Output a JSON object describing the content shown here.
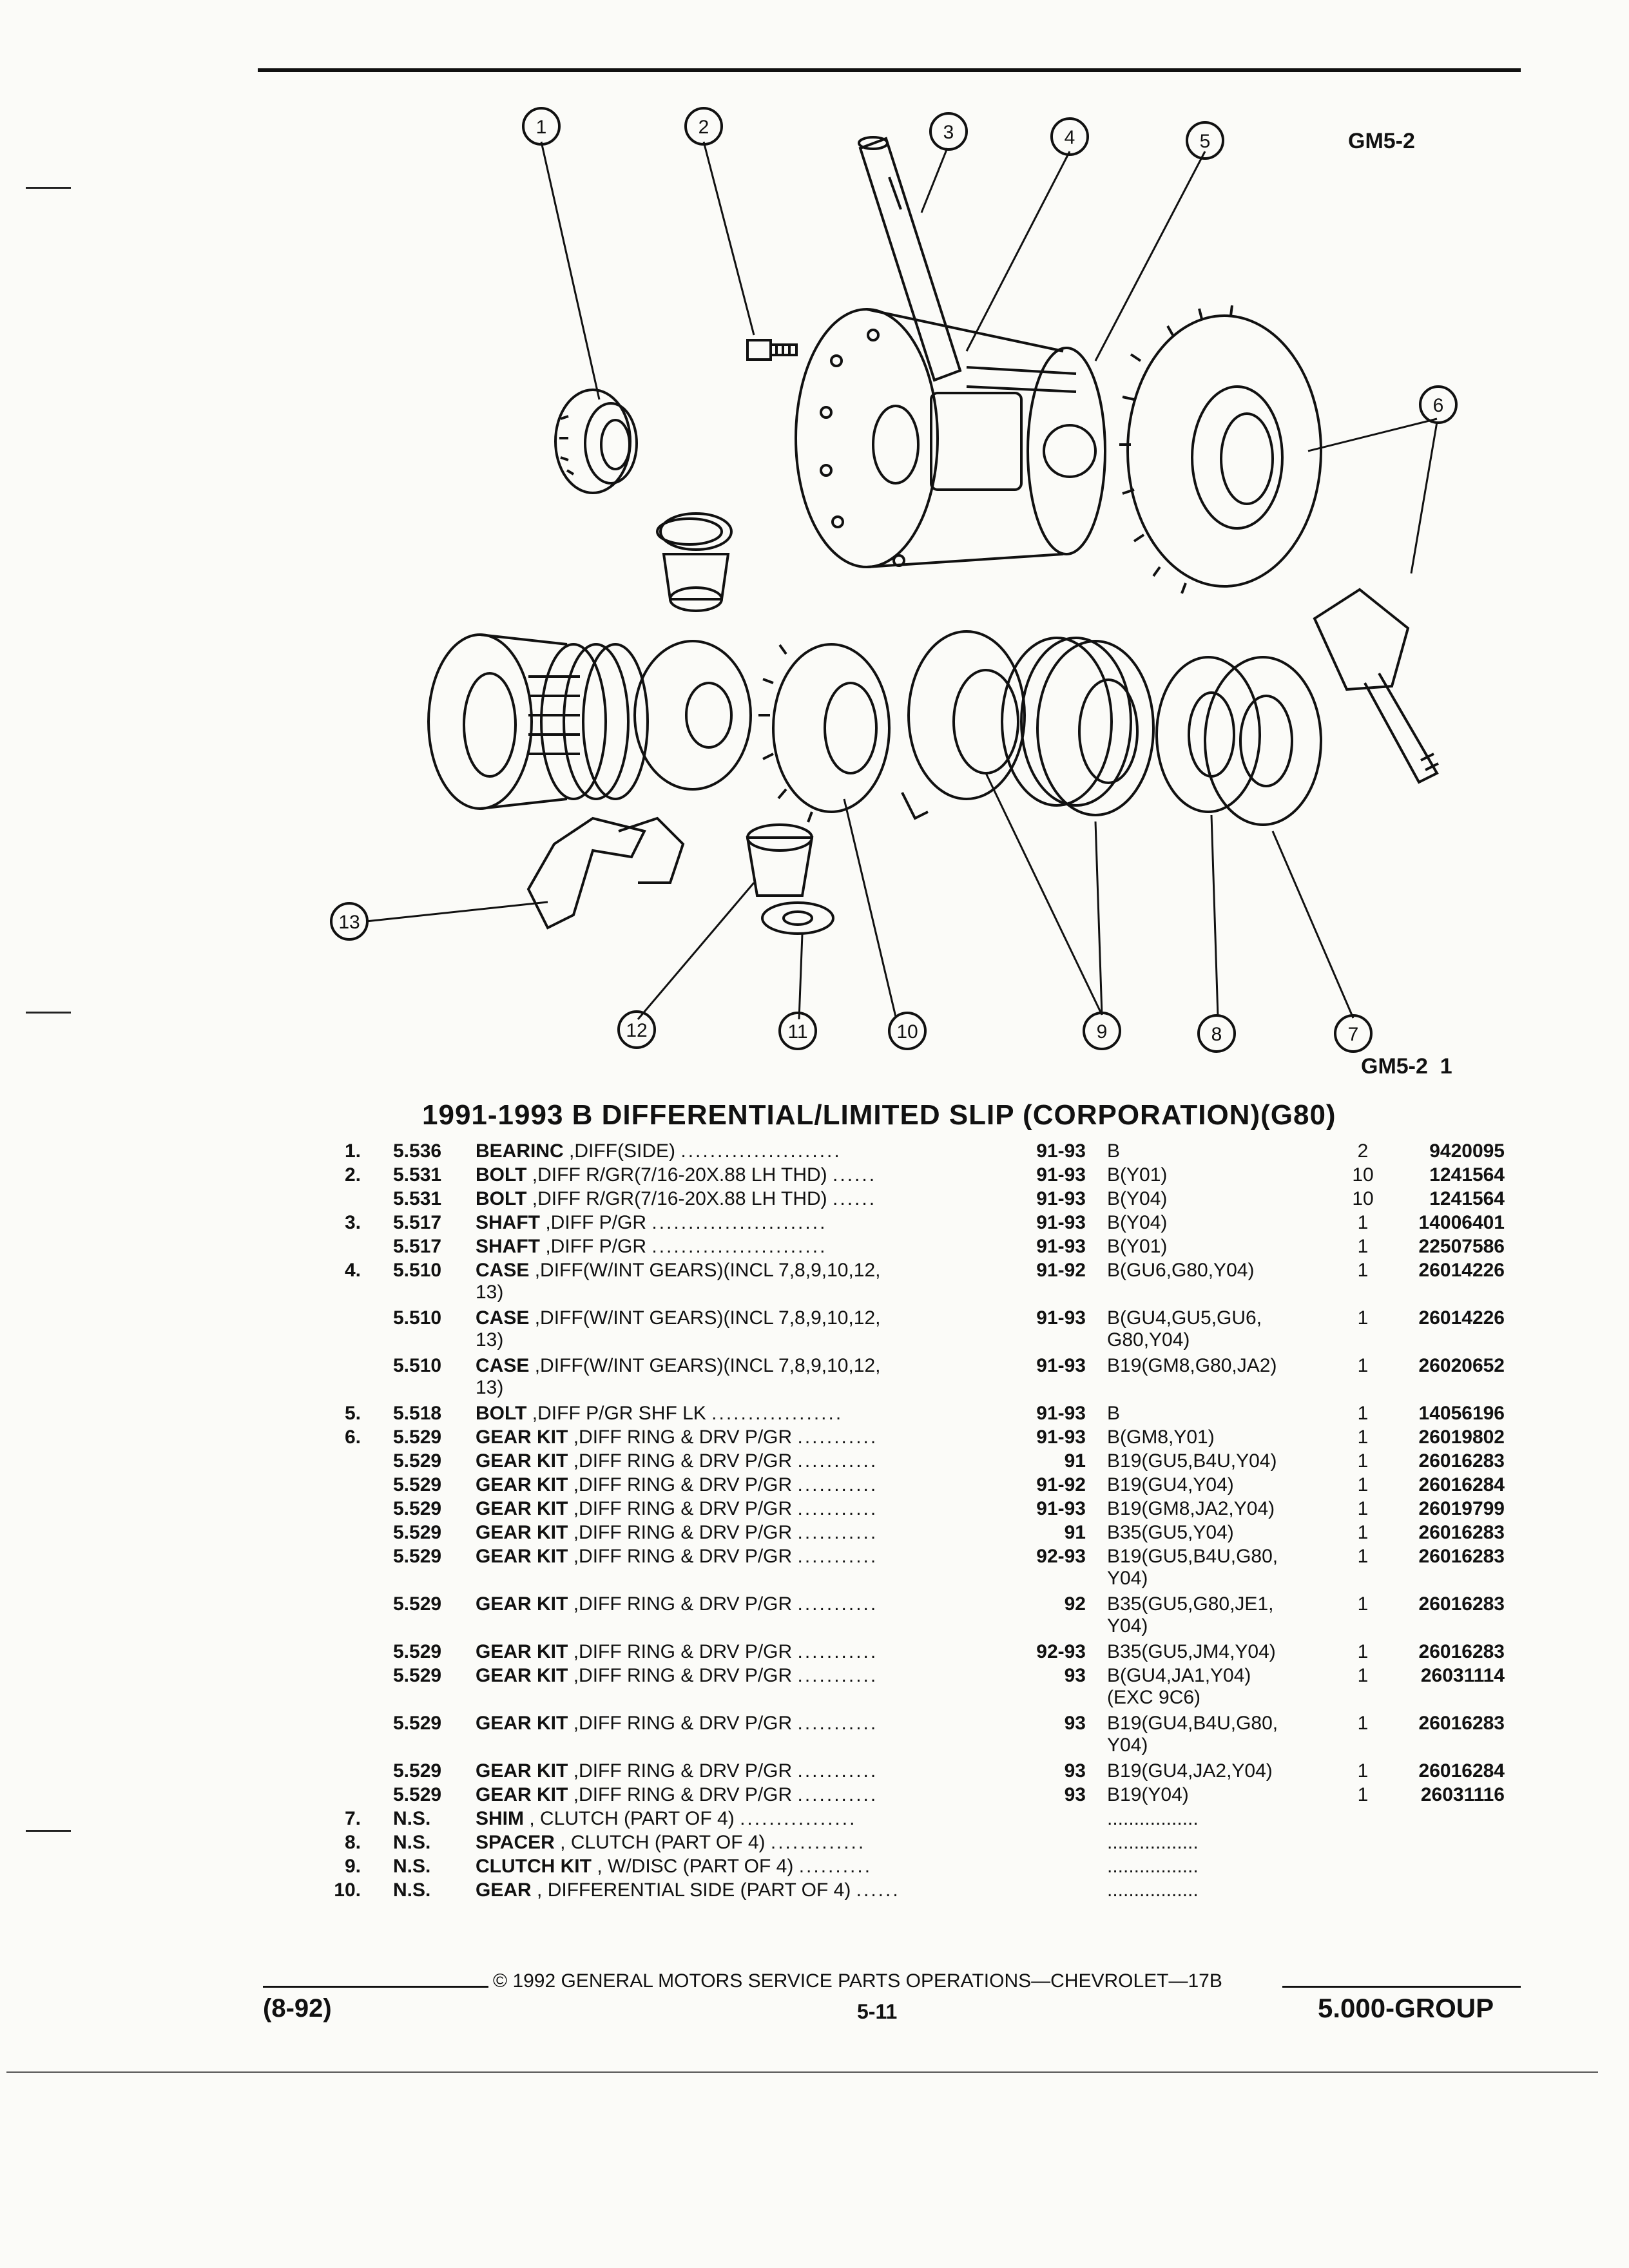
{
  "figure": {
    "code_top": "GM5-2",
    "code_bottom": "GM5-2  1",
    "callouts": [
      "1",
      "2",
      "3",
      "4",
      "5",
      "6",
      "7",
      "8",
      "9",
      "10",
      "11",
      "12",
      "13"
    ]
  },
  "title": "1991-1993 B DIFFERENTIAL/LIMITED SLIP (CORPORATION)(G80)",
  "parts": [
    {
      "item": "1.",
      "code": "5.536",
      "name": "BEARINC",
      "desc": ",DIFF(SIDE)",
      "dots": "......................",
      "years": "91-93",
      "model": "B",
      "model2": "",
      "qty": "2",
      "part": "9420095"
    },
    {
      "item": "2.",
      "code": "5.531",
      "name": "BOLT",
      "desc": ",DIFF R/GR(7/16-20X.88 LH THD)",
      "dots": "......",
      "years": "91-93",
      "model": "B(Y01)",
      "model2": "",
      "qty": "10",
      "part": "1241564"
    },
    {
      "item": "",
      "code": "5.531",
      "name": "BOLT",
      "desc": ",DIFF R/GR(7/16-20X.88 LH THD)",
      "dots": "......",
      "years": "91-93",
      "model": "B(Y04)",
      "model2": "",
      "qty": "10",
      "part": "1241564"
    },
    {
      "item": "3.",
      "code": "5.517",
      "name": "SHAFT",
      "desc": ",DIFF P/GR",
      "dots": "........................",
      "years": "91-93",
      "model": "B(Y04)",
      "model2": "",
      "qty": "1",
      "part": "14006401"
    },
    {
      "item": "",
      "code": "5.517",
      "name": "SHAFT",
      "desc": ",DIFF P/GR",
      "dots": "........................",
      "years": "91-93",
      "model": "B(Y01)",
      "model2": "",
      "qty": "1",
      "part": "22507586"
    },
    {
      "item": "4.",
      "code": "5.510",
      "name": "CASE",
      "desc": ",DIFF(W/INT GEARS)(INCL 7,8,9,10,12,",
      "desc2": "13)",
      "dots": "",
      "years": "91-92",
      "model": "B(GU6,G80,Y04)",
      "model2": "",
      "qty": "1",
      "part": "26014226"
    },
    {
      "item": "",
      "code": "5.510",
      "name": "CASE",
      "desc": ",DIFF(W/INT GEARS)(INCL 7,8,9,10,12,",
      "desc2": "13)",
      "dots": "",
      "years": "91-93",
      "model": "B(GU4,GU5,GU6,",
      "model2": "G80,Y04)",
      "qty": "1",
      "part": "26014226"
    },
    {
      "item": "",
      "code": "5.510",
      "name": "CASE",
      "desc": ",DIFF(W/INT GEARS)(INCL 7,8,9,10,12,",
      "desc2": "13)",
      "dots": "",
      "years": "91-93",
      "model": "B19(GM8,G80,JA2)",
      "model2": "",
      "qty": "1",
      "part": "26020652"
    },
    {
      "item": "5.",
      "code": "5.518",
      "name": "BOLT",
      "desc": ",DIFF P/GR SHF LK",
      "dots": "..................",
      "years": "91-93",
      "model": "B",
      "model2": "",
      "qty": "1",
      "part": "14056196"
    },
    {
      "item": "6.",
      "code": "5.529",
      "name": "GEAR KIT",
      "desc": ",DIFF RING & DRV P/GR",
      "dots": "...........",
      "years": "91-93",
      "model": "B(GM8,Y01)",
      "model2": "",
      "qty": "1",
      "part": "26019802"
    },
    {
      "item": "",
      "code": "5.529",
      "name": "GEAR KIT",
      "desc": ",DIFF RING & DRV P/GR",
      "dots": "...........",
      "years": "91",
      "model": "B19(GU5,B4U,Y04)",
      "model2": "",
      "qty": "1",
      "part": "26016283"
    },
    {
      "item": "",
      "code": "5.529",
      "name": "GEAR KIT",
      "desc": ",DIFF RING & DRV P/GR",
      "dots": "...........",
      "years": "91-92",
      "model": "B19(GU4,Y04)",
      "model2": "",
      "qty": "1",
      "part": "26016284"
    },
    {
      "item": "",
      "code": "5.529",
      "name": "GEAR KIT",
      "desc": ",DIFF RING & DRV P/GR",
      "dots": "...........",
      "years": "91-93",
      "model": "B19(GM8,JA2,Y04)",
      "model2": "",
      "qty": "1",
      "part": "26019799"
    },
    {
      "item": "",
      "code": "5.529",
      "name": "GEAR KIT",
      "desc": ",DIFF RING & DRV P/GR",
      "dots": "...........",
      "years": "91",
      "model": "B35(GU5,Y04)",
      "model2": "",
      "qty": "1",
      "part": "26016283"
    },
    {
      "item": "",
      "code": "5.529",
      "name": "GEAR KIT",
      "desc": ",DIFF RING & DRV P/GR",
      "dots": "...........",
      "years": "92-93",
      "model": "B19(GU5,B4U,G80,",
      "model2": "Y04)",
      "qty": "1",
      "part": "26016283"
    },
    {
      "item": "",
      "code": "5.529",
      "name": "GEAR KIT",
      "desc": ",DIFF RING & DRV P/GR",
      "dots": "...........",
      "years": "92",
      "model": "B35(GU5,G80,JE1,",
      "model2": "Y04)",
      "qty": "1",
      "part": "26016283"
    },
    {
      "item": "",
      "code": "5.529",
      "name": "GEAR KIT",
      "desc": ",DIFF RING & DRV P/GR",
      "dots": "...........",
      "years": "92-93",
      "model": "B35(GU5,JM4,Y04)",
      "model2": "",
      "qty": "1",
      "part": "26016283"
    },
    {
      "item": "",
      "code": "5.529",
      "name": "GEAR KIT",
      "desc": ",DIFF RING & DRV P/GR",
      "dots": "...........",
      "years": "93",
      "model": "B(GU4,JA1,Y04)",
      "model2": "(EXC 9C6)",
      "qty": "1",
      "part": "26031114"
    },
    {
      "item": "",
      "code": "5.529",
      "name": "GEAR KIT",
      "desc": ",DIFF RING & DRV P/GR",
      "dots": "...........",
      "years": "93",
      "model": "B19(GU4,B4U,G80,",
      "model2": "Y04)",
      "qty": "1",
      "part": "26016283"
    },
    {
      "item": "",
      "code": "5.529",
      "name": "GEAR KIT",
      "desc": ",DIFF RING & DRV P/GR",
      "dots": "...........",
      "years": "93",
      "model": "B19(GU4,JA2,Y04)",
      "model2": "",
      "qty": "1",
      "part": "26016284"
    },
    {
      "item": "",
      "code": "5.529",
      "name": "GEAR KIT",
      "desc": ",DIFF RING & DRV P/GR",
      "dots": "...........",
      "years": "93",
      "model": "B19(Y04)",
      "model2": "",
      "qty": "1",
      "part": "26031116"
    },
    {
      "item": "7.",
      "code": "N.S.",
      "name": "SHIM",
      "desc": ", CLUTCH (PART OF 4)",
      "dots": "................",
      "years": "",
      "model": ".................",
      "model2": "",
      "qty": "",
      "part": ""
    },
    {
      "item": "8.",
      "code": "N.S.",
      "name": "SPACER",
      "desc": ", CLUTCH (PART OF 4)",
      "dots": ".............",
      "years": "",
      "model": ".................",
      "model2": "",
      "qty": "",
      "part": ""
    },
    {
      "item": "9.",
      "code": "N.S.",
      "name": "CLUTCH KIT",
      "desc": ", W/DISC (PART OF 4)",
      "dots": "..........",
      "years": "",
      "model": ".................",
      "model2": "",
      "qty": "",
      "part": ""
    },
    {
      "item": "10.",
      "code": "N.S.",
      "name": "GEAR",
      "desc": ", DIFFERENTIAL SIDE (PART OF 4)",
      "dots": "......",
      "years": "",
      "model": ".................",
      "model2": "",
      "qty": "",
      "part": ""
    }
  ],
  "footer": {
    "copyright": "© 1992 GENERAL MOTORS SERVICE PARTS OPERATIONS—CHEVROLET—17B",
    "date": "(8-92)",
    "page": "5-11",
    "group": "5.000-GROUP"
  }
}
